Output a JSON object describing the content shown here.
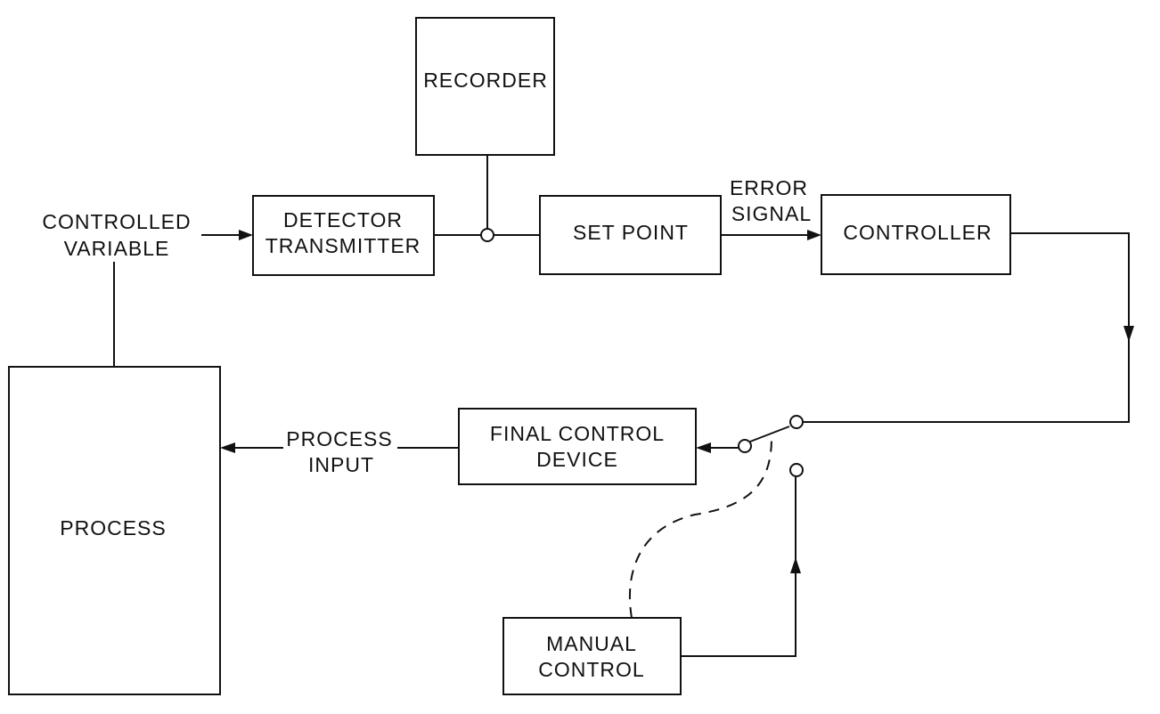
{
  "blocks": {
    "recorder": "RECORDER",
    "detector_transmitter": [
      "DETECTOR",
      "TRANSMITTER"
    ],
    "set_point": "SET POINT",
    "controller": "CONTROLLER",
    "final_control_device": [
      "FINAL CONTROL",
      "DEVICE"
    ],
    "process": "PROCESS",
    "manual_control": [
      "MANUAL",
      "CONTROL"
    ]
  },
  "signals": {
    "controlled_variable": [
      "CONTROLLED",
      "VARIABLE"
    ],
    "error_signal": [
      "ERROR",
      "SIGNAL"
    ],
    "process_input": [
      "PROCESS",
      "INPUT"
    ]
  },
  "colors": {
    "ink": "#111111",
    "background": "#ffffff"
  }
}
